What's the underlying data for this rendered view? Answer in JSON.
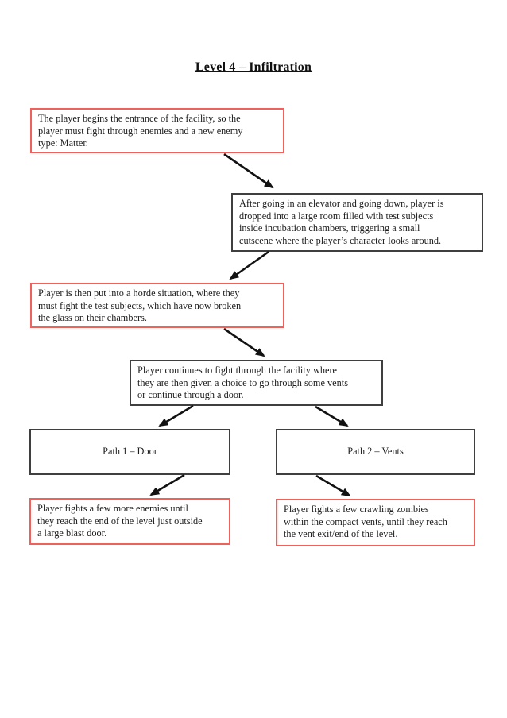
{
  "page": {
    "title": "Level 4 – Infiltration"
  },
  "flowchart": {
    "boxes": {
      "intro": {
        "text": "The player begins the entrance of the facility, so the\nplayer must fight through enemies and a new enemy\ntype: Matter.",
        "border": "red"
      },
      "elevator": {
        "text": "After going in an elevator and going down, player is\ndropped into a large room filled with test subjects\ninside incubation chambers, triggering a small\ncutscene where the player’s character looks around.",
        "border": "dark"
      },
      "horde": {
        "text": "Player is then put into a horde situation, where they\nmust fight the test subjects, which have now broken\nthe glass on their chambers.",
        "border": "red"
      },
      "choice": {
        "text": "Player continues to fight through the facility where\nthey are then given a choice to go through some vents\nor continue through a door.",
        "border": "dark"
      },
      "path1": {
        "text": "Path 1 – Door",
        "border": "dark"
      },
      "path2": {
        "text": "Path 2 – Vents",
        "border": "dark"
      },
      "door_end": {
        "text": "Player fights a few more enemies until\nthey reach the end of the level just outside\na large blast door.",
        "border": "red"
      },
      "vents_end": {
        "text": "Player fights a few crawling zombies\nwithin the compact vents, until they reach\nthe vent exit/end of the level.",
        "border": "red"
      }
    },
    "arrows": [
      "intro to elevator",
      "elevator to horde",
      "horde to choice",
      "choice to path1",
      "choice to path2",
      "path1 to door_end",
      "path2 to vents_end"
    ]
  },
  "colors": {
    "red_box_border": "#f0615c",
    "dark_box_border": "#3f3f3f",
    "arrow": "#121212",
    "text": "#1c1c1c",
    "page_background": "#ffffff"
  }
}
